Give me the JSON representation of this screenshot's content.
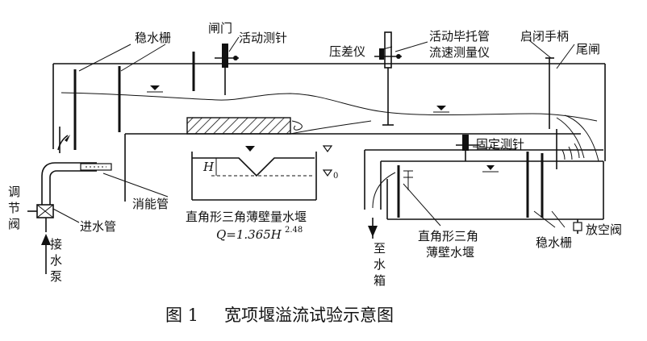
{
  "labels": {
    "stilling_grid_top": "稳水栅",
    "gate": "闸门",
    "movable_probe": "活动测针",
    "manometer": "压差仪",
    "pitot_line1": "活动毕托管",
    "pitot_line2": "流速测量仪",
    "handle": "启闭手柄",
    "tail_gate": "尾闸",
    "fixed_probe": "固定测针",
    "adjust_valve": [
      "调",
      "节",
      "阀"
    ],
    "inlet_pipe": "进水管",
    "energy_pipe": "消能管",
    "pump": [
      "接",
      "水",
      "泵"
    ],
    "weir_inset_title": "直角形三角薄壁量水堰",
    "weir_formula_main": "Q=1.365H",
    "weir_formula_exp": "2.48",
    "inset_h": "H",
    "inset_v0": "0",
    "to_tank": [
      "至",
      "水",
      "箱"
    ],
    "weir_lower_line1": "直角形三角",
    "weir_lower_line2": "薄壁水堰",
    "stilling_grid_bottom": "稳水栅",
    "vent_valve": "放空阀"
  },
  "caption": {
    "figure_no": "图 1",
    "title": "宽项堰溢流试验示意图"
  }
}
